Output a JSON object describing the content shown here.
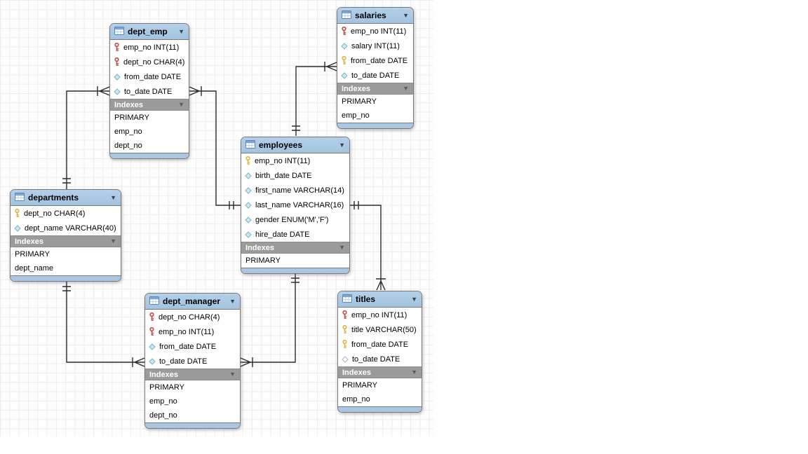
{
  "diagram": {
    "section_label": "Indexes",
    "tables": [
      {
        "name": "dept_emp",
        "columns": [
          {
            "icon": "key-red",
            "label": "emp_no INT(11)"
          },
          {
            "icon": "key-red",
            "label": "dept_no CHAR(4)"
          },
          {
            "icon": "diamond-blue",
            "label": "from_date DATE"
          },
          {
            "icon": "diamond-blue",
            "label": "to_date DATE"
          }
        ],
        "indexes": [
          "PRIMARY",
          "emp_no",
          "dept_no"
        ]
      },
      {
        "name": "salaries",
        "columns": [
          {
            "icon": "key-red",
            "label": "emp_no INT(11)"
          },
          {
            "icon": "diamond-blue",
            "label": "salary INT(11)"
          },
          {
            "icon": "key-yellow",
            "label": "from_date DATE"
          },
          {
            "icon": "diamond-blue",
            "label": "to_date DATE"
          }
        ],
        "indexes": [
          "PRIMARY",
          "emp_no"
        ]
      },
      {
        "name": "employees",
        "columns": [
          {
            "icon": "key-yellow",
            "label": "emp_no INT(11)"
          },
          {
            "icon": "diamond-blue",
            "label": "birth_date DATE"
          },
          {
            "icon": "diamond-blue",
            "label": "first_name VARCHAR(14)"
          },
          {
            "icon": "diamond-blue",
            "label": "last_name VARCHAR(16)"
          },
          {
            "icon": "diamond-blue",
            "label": "gender ENUM('M','F')"
          },
          {
            "icon": "diamond-blue",
            "label": "hire_date DATE"
          }
        ],
        "indexes": [
          "PRIMARY"
        ]
      },
      {
        "name": "departments",
        "columns": [
          {
            "icon": "key-yellow",
            "label": "dept_no CHAR(4)"
          },
          {
            "icon": "diamond-blue",
            "label": "dept_name VARCHAR(40)"
          }
        ],
        "indexes": [
          "PRIMARY",
          "dept_name"
        ]
      },
      {
        "name": "dept_manager",
        "columns": [
          {
            "icon": "key-red",
            "label": "dept_no CHAR(4)"
          },
          {
            "icon": "key-red",
            "label": "emp_no INT(11)"
          },
          {
            "icon": "diamond-blue",
            "label": "from_date DATE"
          },
          {
            "icon": "diamond-blue",
            "label": "to_date DATE"
          }
        ],
        "indexes": [
          "PRIMARY",
          "emp_no",
          "dept_no"
        ]
      },
      {
        "name": "titles",
        "columns": [
          {
            "icon": "key-red",
            "label": "emp_no INT(11)"
          },
          {
            "icon": "key-yellow",
            "label": "title VARCHAR(50)"
          },
          {
            "icon": "key-yellow",
            "label": "from_date DATE"
          },
          {
            "icon": "diamond-hollow",
            "label": "to_date DATE"
          }
        ],
        "indexes": [
          "PRIMARY",
          "emp_no"
        ]
      }
    ],
    "relationships": [
      {
        "one": "departments",
        "many": "dept_emp",
        "cardinality": "1:n"
      },
      {
        "one": "employees",
        "many": "dept_emp",
        "cardinality": "1:n"
      },
      {
        "one": "employees",
        "many": "salaries",
        "cardinality": "1:n"
      },
      {
        "one": "employees",
        "many": "titles",
        "cardinality": "1:n"
      },
      {
        "one": "departments",
        "many": "dept_manager",
        "cardinality": "1:n"
      },
      {
        "one": "employees",
        "many": "dept_manager",
        "cardinality": "1:n"
      }
    ],
    "colors": {
      "table_header": "#a9c7e3",
      "indexes_header": "#9b9b9b",
      "connector": "#2b2b2b",
      "key_red": "#c0524e",
      "key_yellow": "#d9b84c",
      "diamond_blue": "#c8eaf2"
    }
  }
}
